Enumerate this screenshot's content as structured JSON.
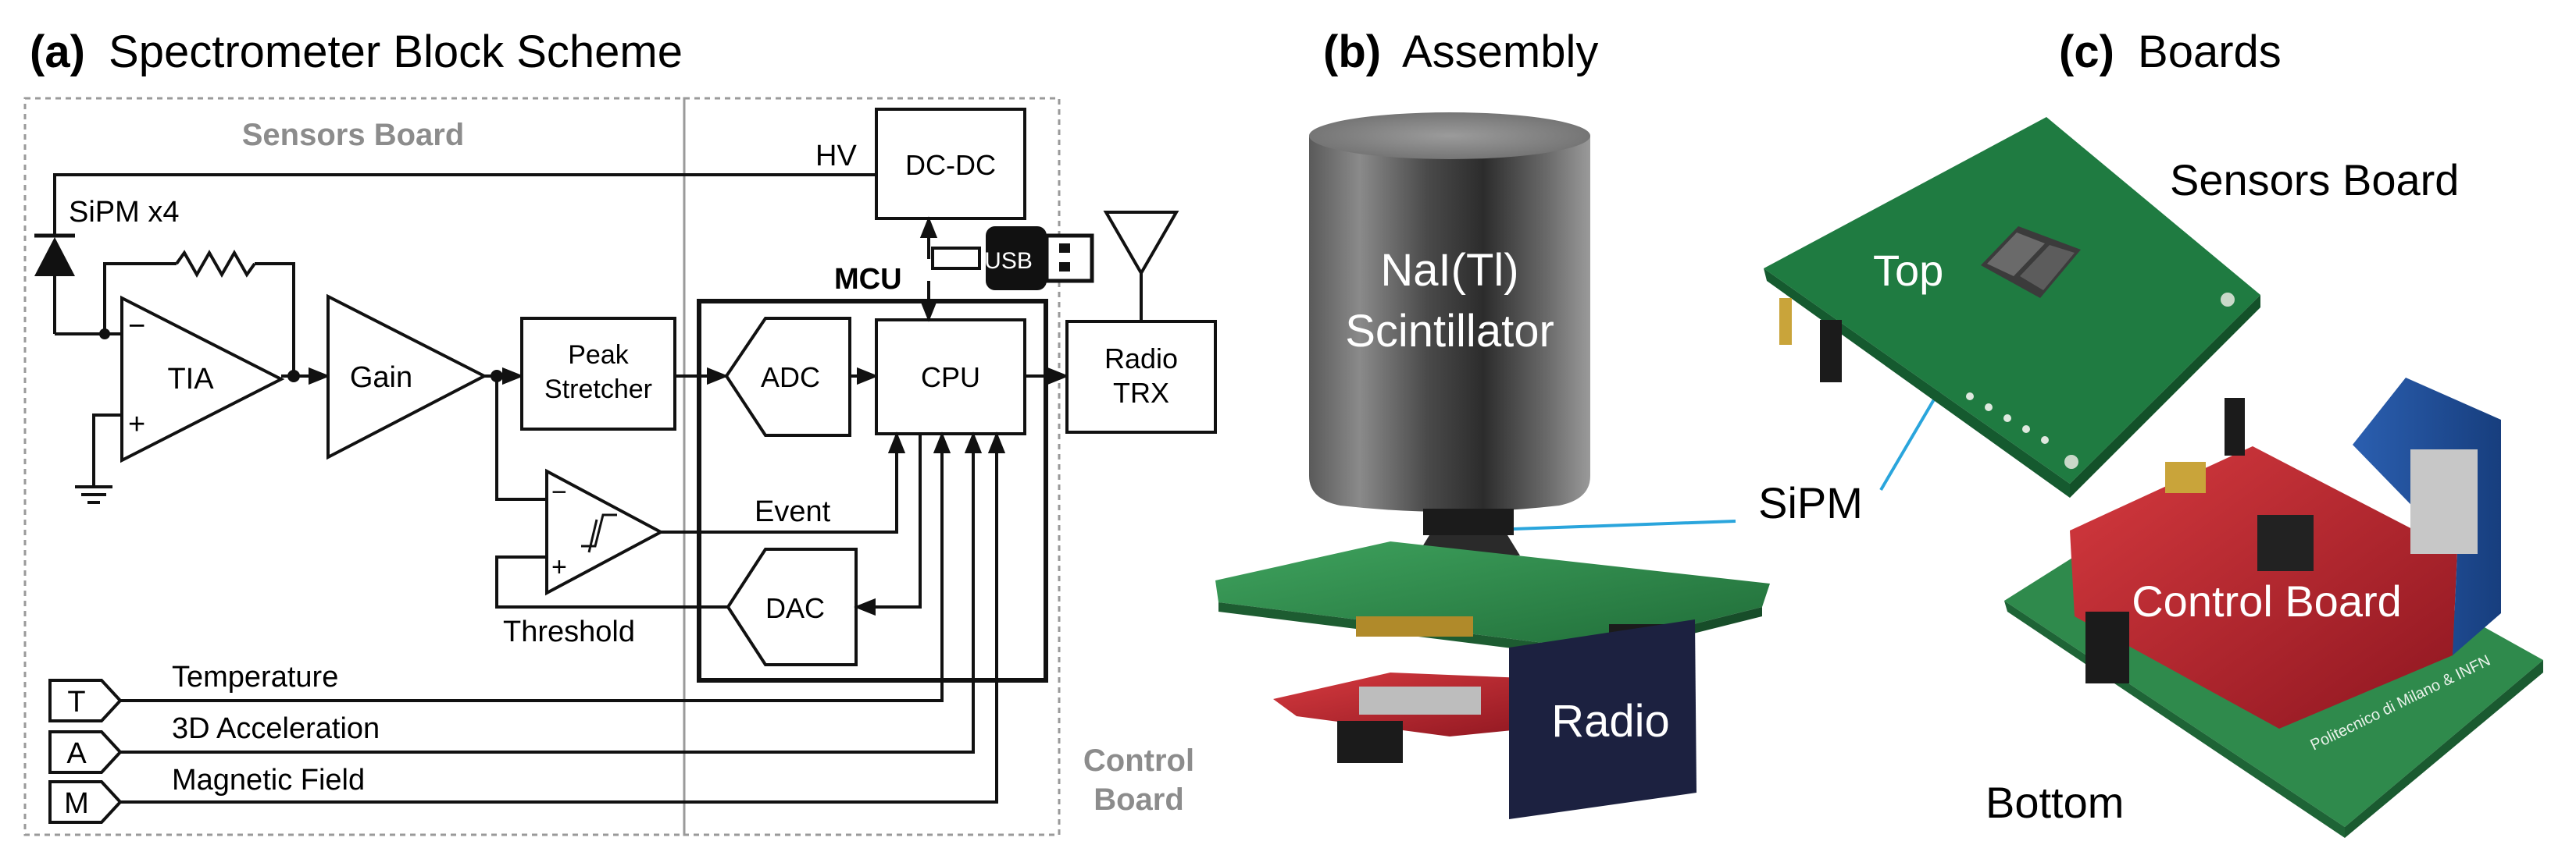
{
  "panel_a": {
    "title_tag": "(a)",
    "title": "Spectrometer Block Scheme",
    "sensors_board_label": "Sensors Board",
    "control_board_label": [
      "Control",
      "Board"
    ],
    "mcu_label": "MCU",
    "blocks": {
      "sipm": "SiPM x4",
      "tia": "TIA",
      "gain": "Gain",
      "peak_stretcher": [
        "Peak",
        "Stretcher"
      ],
      "adc": "ADC",
      "cpu": "CPU",
      "dac": "DAC",
      "dcdc": "DC-DC",
      "usb": "USB",
      "radio_trx": [
        "Radio",
        "TRX"
      ]
    },
    "signals": {
      "hv": "HV",
      "event": "Event",
      "threshold": "Threshold",
      "minus": "−",
      "plus": "+"
    },
    "sensors": [
      {
        "tag": "T",
        "label": "Temperature"
      },
      {
        "tag": "A",
        "label": "3D Acceleration"
      },
      {
        "tag": "M",
        "label": "Magnetic Field"
      }
    ]
  },
  "panel_b": {
    "title_tag": "(b)",
    "title": "Assembly",
    "scintillator_label": [
      "NaI(Tl)",
      "Scintillator"
    ],
    "radio_label": "Radio",
    "sipm_label": "SiPM"
  },
  "panel_c": {
    "title_tag": "(c)",
    "title": "Boards",
    "sensors_board_label": "Sensors Board",
    "top_label": "Top",
    "control_board_label": "Control Board",
    "bottom_label": "Bottom",
    "silkscreen": "Politecnico di Milano & INFN"
  },
  "colors": {
    "line": "#111111",
    "dashed": "#9a9a9a",
    "board_label": "#8c8c8c",
    "pcb_green": "#2f8a4c",
    "pcb_red": "#b8202a",
    "radio_navy": "#1c2140",
    "sipm_line": "#2aa5dc"
  }
}
